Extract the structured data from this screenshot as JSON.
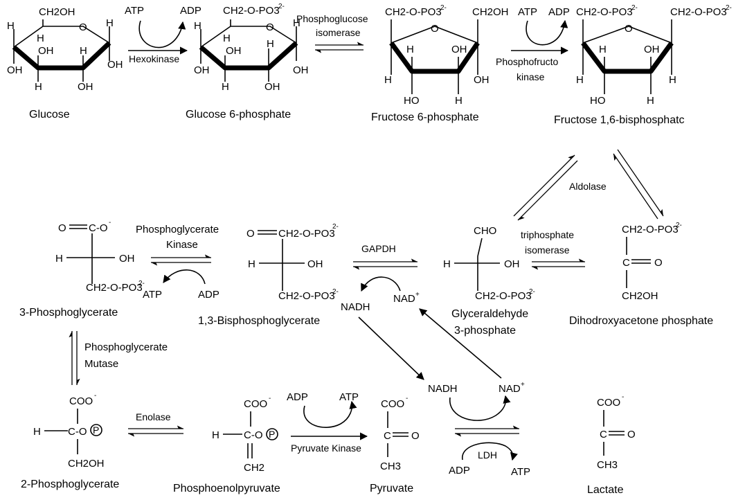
{
  "compounds": {
    "glucose": "Glucose",
    "g6p": "Glucose 6-phosphate",
    "f6p": "Fructose 6-phosphate",
    "f16bp": "Fructose 1,6-bisphosphatc",
    "pg3": "3-Phosphoglycerate",
    "bpg13": "1,3-Bisphosphoglycerate",
    "gap_line1": "Glyceraldehyde",
    "gap_line2": "3-phosphate",
    "dhap": "Dihodroxyacetone phosphate",
    "pg2": "2-Phosphoglycerate",
    "pep": "Phosphoenolpyruvate",
    "pyruvate": "Pyruvate",
    "lactate": "Lactate"
  },
  "enzymes": {
    "hexokinase": "Hexokinase",
    "pgi_line1": "Phosphoglucose",
    "pgi_line2": "isomerase",
    "pfk_line1": "Phosphofructo",
    "pfk_line2": "kinase",
    "aldolase": "Aldolase",
    "tpi_line1": "triphosphate",
    "tpi_line2": "isomerase",
    "gapdh": "GAPDH",
    "pgk_line1": "Phosphoglycerate",
    "pgk_line2": "Kinase",
    "pgm_line1": "Phosphoglycerate",
    "pgm_line2": "Mutase",
    "enolase": "Enolase",
    "pk": "Pyruvate Kinase",
    "ldh": "LDH"
  },
  "cofactors": {
    "atp": "ATP",
    "adp": "ADP",
    "nadh": "NADH",
    "nad": "NAD",
    "plus": "+"
  },
  "atoms": {
    "H": "H",
    "OH": "OH",
    "HO": "HO",
    "O": "O",
    "P": "P",
    "CH2OH": "CH2OH",
    "CH2OPO3": "CH2-O-PO3",
    "charge2": "2-",
    "minus": "-",
    "CHO": "CHO",
    "COO": "COO",
    "CO_minus": "C-O",
    "CH3": "CH3",
    "CH2": "CH2"
  }
}
